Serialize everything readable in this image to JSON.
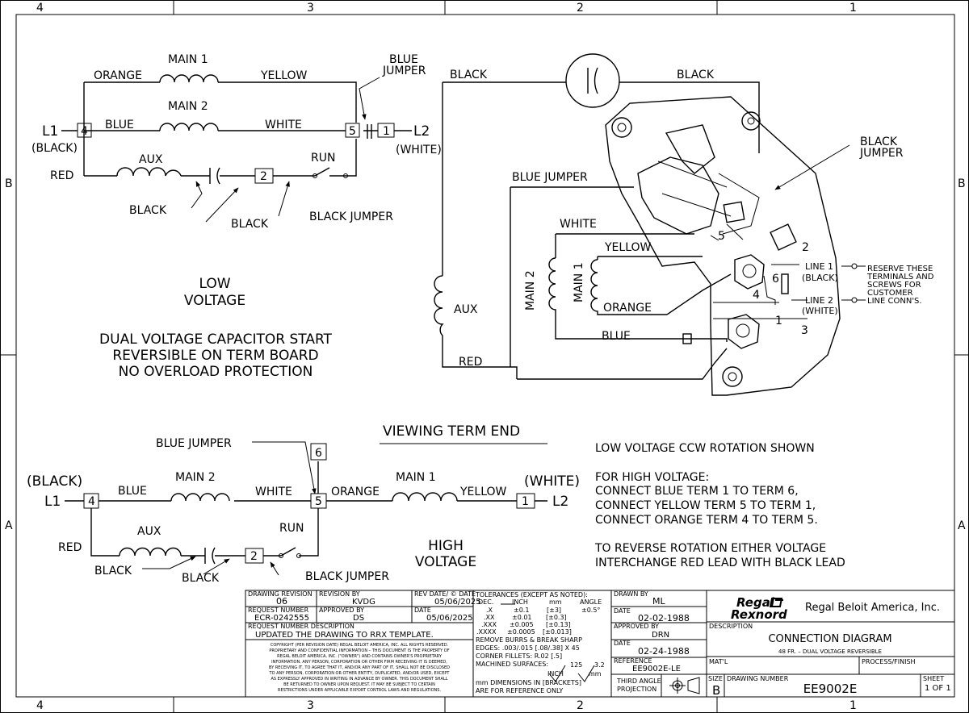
{
  "zones": {
    "top": [
      "4",
      "3",
      "2",
      "1"
    ],
    "bottom": [
      "4",
      "3",
      "2",
      "1"
    ],
    "side": [
      "B",
      "A"
    ]
  },
  "low_diagram": {
    "main1": "MAIN 1",
    "main2": "MAIN 2",
    "aux": "AUX",
    "orange": "ORANGE",
    "yellow": "YELLOW",
    "blue": "BLUE",
    "white": "WHITE",
    "red": "RED",
    "run": "RUN",
    "black1": "BLACK",
    "black2": "BLACK",
    "black_jumper": "BLACK JUMPER",
    "blue_jumper_l1": "BLUE",
    "blue_jumper_l2": "JUMPER",
    "l1": "L1",
    "l1_color": "(BLACK)",
    "l2": "L2",
    "l2_color": "(WHITE)",
    "t4": "4",
    "t5": "5",
    "t1": "1",
    "t2": "2"
  },
  "low_title": {
    "line1": "LOW",
    "line2": "VOLTAGE"
  },
  "description": {
    "line1": "DUAL VOLTAGE CAPACITOR START",
    "line2": "REVERSIBLE ON TERM BOARD",
    "line3": "NO OVERLOAD PROTECTION"
  },
  "term_diagram": {
    "black_left": "BLACK",
    "black_right": "BLACK",
    "black_jumper_l1": "BLACK",
    "black_jumper_l2": "JUMPER",
    "blue_jumper": "BLUE JUMPER",
    "white": "WHITE",
    "yellow": "YELLOW",
    "main2": "MAIN 2",
    "main1": "MAIN 1",
    "aux": "AUX",
    "orange": "ORANGE",
    "blue": "BLUE",
    "red": "RED",
    "line1": "LINE 1",
    "line1_color": "(BLACK)",
    "line2": "LINE 2",
    "line2_color": "(WHITE)",
    "reserve_l1": "RESERVE THESE",
    "reserve_l2": "TERMINALS AND",
    "reserve_l3": "SCREWS FOR",
    "reserve_l4": "CUSTOMER",
    "reserve_l5": "LINE CONN'S.",
    "n2": "2",
    "n6": "6",
    "n4": "4",
    "n1": "1",
    "n3": "3",
    "n5": "5"
  },
  "viewing": "VIEWING TERM END",
  "high_diagram": {
    "blue_jumper": "BLUE JUMPER",
    "main2": "MAIN 2",
    "main1": "MAIN 1",
    "aux": "AUX",
    "blue": "BLUE",
    "white": "WHITE",
    "orange": "ORANGE",
    "yellow": "YELLOW",
    "red": "RED",
    "run": "RUN",
    "black1": "BLACK",
    "black2": "BLACK",
    "black_jumper": "BLACK JUMPER",
    "l1": "L1",
    "l1_color": "(BLACK)",
    "l2": "L2",
    "l2_color": "(WHITE)",
    "t4": "4",
    "t5": "5",
    "t6": "6",
    "t1": "1",
    "t2": "2"
  },
  "high_title": {
    "line1": "HIGH",
    "line2": "VOLTAGE"
  },
  "notes": {
    "ccw": "LOW VOLTAGE CCW ROTATION SHOWN",
    "hv1": "FOR HIGH VOLTAGE:",
    "hv2": "CONNECT BLUE TERM 1 TO TERM 6,",
    "hv3": "CONNECT YELLOW TERM 5 TO TERM 1,",
    "hv4": "CONNECT ORANGE TERM 4 TO TERM 5.",
    "rev1": "TO REVERSE ROTATION EITHER VOLTAGE",
    "rev2": "INTERCHANGE RED LEAD WITH BLACK LEAD"
  },
  "title_block": {
    "drawing_revision_label": "DRAWING REVISION",
    "drawing_revision": "06",
    "revision_by_label": "REVISION BY",
    "revision_by": "KVDG",
    "rev_date_label": "REV DATE/ © DATE",
    "rev_date": "05/06/2025",
    "request_number_label": "REQUEST NUMBER",
    "request_number": "ECR-0242555",
    "approved_by_label": "APPROVED BY",
    "approved_by": "DS",
    "date_label": "DATE",
    "approved_date": "05/06/2025",
    "req_desc_label": "REQUEST NUMBER DESCRIPTION",
    "req_desc": "UPDATED THE DRAWING TO RRX TEMPLATE.",
    "copyright1": "COPYRIGHT (PER REVISION DATE) REGAL BELOIT AMERICA, INC. ALL RIGHTS RESERVED.",
    "copyright2": "PROPRIETARY AND CONFIDENTIAL INFORMATION – THIS DOCUMENT IS THE PROPERTY OF",
    "copyright3": "REGAL BELOIT AMERICA, INC. (\"OWNER\") AND CONTAINS OWNER'S PROPRIETARY",
    "copyright4": "INFORMATION. ANY PERSON, CORPORATION OR OTHER FIRM RECEIVING IT IS DEEMED,",
    "copyright5": "BY RECEIVING IT, TO AGREE THAT IT, AND/OR ANY PART OF IT, SHALL NOT BE DISCLOSED",
    "copyright6": "TO ANY PERSON, CORPORATION OR OTHER ENTITY, DUPLICATED, AND/OR USED, EXCEPT",
    "copyright7": "AS EXPRESSLY APPROVED IN WRITING IN ADVANCE BY OWNER. THIS DOCUMENT SHALL",
    "copyright8": "BE RETURNED TO OWNER UPON REQUEST. IT MAY BE SUBJECT TO CERTAIN",
    "copyright9": "RESTRICTIONS UNDER APPLICABLE EXPORT CONTROL LAWS AND REGULATIONS.",
    "tol_title": "TOLERANCES (EXCEPT AS NOTED):",
    "tol_dec": "DEC.",
    "tol_inch": "INCH",
    "tol_mm": "mm",
    "tol_angle": "ANGLE",
    "tol_x": ".X",
    "tol_x_in": "±0.1",
    "tol_x_mm": "[±3]",
    "tol_angle_v": "±0.5°",
    "tol_xx": ".XX",
    "tol_xx_in": "±0.01",
    "tol_xx_mm": "[±0.3]",
    "tol_xxx": ".XXX",
    "tol_xxx_in": "±0.005",
    "tol_xxx_mm": "[±0.13]",
    "tol_xxxx": ".XXXX",
    "tol_xxxx_in": "±0.0005",
    "tol_xxxx_mm": "[±0.013]",
    "burrs": "REMOVE BURRS & BREAK SHARP",
    "edges": "EDGES:  .003/.015 [.08/.38] X 45",
    "fillets": "CORNER FILLETS:  R.02 [.5]",
    "machined": "MACHINED SURFACES:",
    "surf1": "125",
    "surf_inch": "INCH",
    "surf2": "3.2",
    "surf_mm": "mm",
    "mm_dims": "mm DIMENSIONS IN [BRACKETS]",
    "ref_only": "ARE FOR REFERENCE ONLY",
    "drawn_by_label": "DRAWN BY",
    "drawn_by": "ML",
    "drawn_date_label": "DATE",
    "drawn_date": "02-02-1988",
    "appr_label": "APPROVED BY",
    "appr_by": "DRN",
    "appr_date_label": "DATE",
    "appr_date": "02-24-1988",
    "reference_label": "REFERENCE",
    "reference": "EE9002E-LE",
    "projection": "THIRD ANGLE",
    "projection2": "PROJECTION",
    "logo1": "Regal",
    "logo2": "Rexnord",
    "company": "Regal Beloit America, Inc.",
    "description_label": "DESCRIPTION",
    "desc_title": "CONNECTION DIAGRAM",
    "desc_sub": "48 FR. – DUAL VOLTAGE REVERSIBLE",
    "matl_label": "MAT'L",
    "process_label": "PROCESS/FINISH",
    "size_label": "SIZE",
    "size": "B",
    "dwg_no_label": "DRAWING NUMBER",
    "dwg_no": "EE9002E",
    "sheet_label": "SHEET",
    "sheet": "1 OF 1"
  }
}
